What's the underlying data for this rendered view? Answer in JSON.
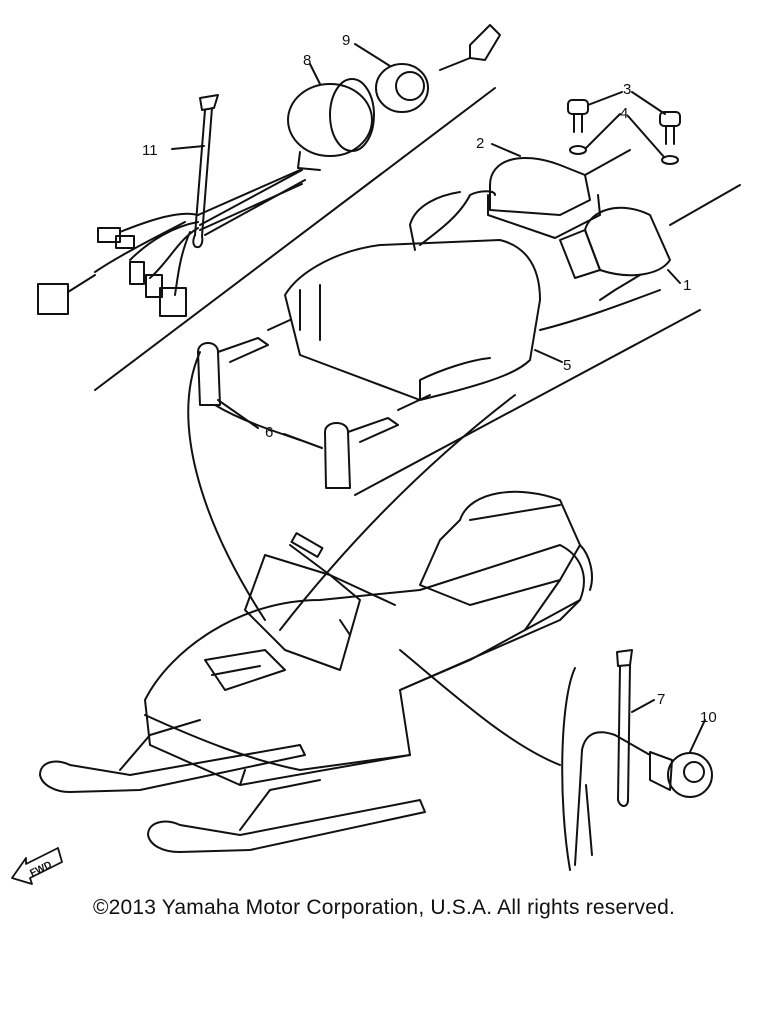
{
  "callouts": {
    "c1": "1",
    "c2": "2",
    "c3": "3",
    "c4": "4",
    "c5": "5",
    "c6": "6",
    "c7": "7",
    "c8": "8",
    "c9": "9",
    "c10": "10",
    "c11": "11"
  },
  "front_arrow_label": "FWD",
  "copyright": "©2013 Yamaha Motor Corporation, U.S.A. All rights reserved."
}
